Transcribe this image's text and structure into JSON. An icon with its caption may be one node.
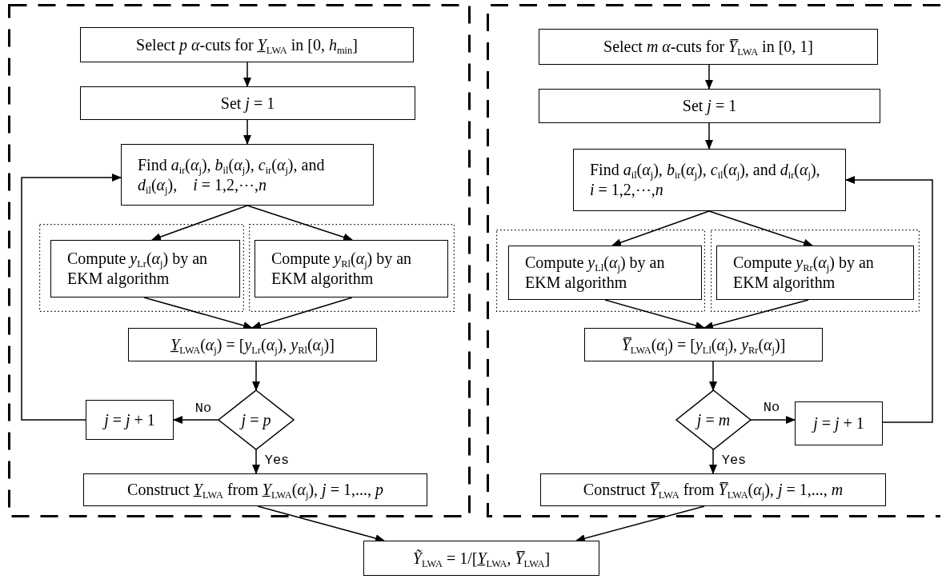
{
  "diagram": {
    "nodes": [
      {
        "text": [],
        "shape": "box"
      },
      {
        "text": [
          "Select *p* *α*-cuts for *Y̲*$_{LWA}$ in [0, *h*$_{min}$]"
        ],
        "in": 0
      },
      {
        "text": [
          "Set *j* = 1"
        ],
        "in": 0
      },
      {
        "text": [
          "Find *a*$_{ir}$(*α*$_{j}$), *b*$_{il}$(*α*$_{j}$), *c*$_{ir}$(*α*$_{j}$), and *d*$_{il}$(*α*$_{j}$),    *i* = 1,2,⋯,*n*"
        ],
        "in": 0
      },
      {
        "text": [],
        "shape": "box",
        "in": 0
      },
      {
        "text": [
          "Compute *y*$_{Lr}$(*α*$_{j}$) by an EKM algorithm"
        ],
        "in": 4
      },
      {
        "text": [],
        "shape": "box",
        "in": 0
      },
      {
        "text": [
          "Compute *y*$_{Rl}$(*α*$_{j}$) by an EKM algorithm"
        ],
        "in": 6
      },
      {
        "text": [
          "*Y̲*$_{LWA}$(*α*$_{j}$) = [*y*$_{Lr}$(*α*$_{j}$), *y*$_{Rl}$(*α*$_{j}$)]"
        ],
        "in": 0
      },
      {
        "text": [
          "*j* = *p*"
        ],
        "in": 0
      },
      {
        "text": [
          "*j* = *j* + 1"
        ],
        "in": 0
      },
      {
        "text": [
          "Construct *Y̲*$_{LWA}$ from *Y̲*$_{LWA}$(*α*$_{j}$), *j* = 1,..., *p*"
        ],
        "in": 0
      },
      {
        "text": [],
        "shape": "box"
      },
      {
        "text": [
          "Select *m* *α*-cuts for *Y̅*$_{LWA}$ in [0, 1]"
        ],
        "in": 12
      },
      {
        "text": [
          "Set *j* = 1"
        ],
        "in": 12
      },
      {
        "text": [
          "Find *a*$_{il}$(*α*$_{j}$), *b*$_{ir}$(*α*$_{j}$), *c*$_{il}$(*α*$_{j}$), and *d*$_{ir}$(*α*$_{j}$),    *i* = 1,2,⋯,*n*"
        ],
        "in": 12
      },
      {
        "text": [],
        "shape": "box",
        "in": 12
      },
      {
        "text": [
          "Compute *y*$_{Ll}$(*α*$_{j}$) by an EKM algorithm"
        ],
        "in": 16
      },
      {
        "text": [],
        "shape": "box",
        "in": 12
      },
      {
        "text": [
          "Compute *y*$_{Rr}$(*α*$_{j}$) by an EKM algorithm"
        ],
        "in": 18
      },
      {
        "text": [
          "*Y̅*$_{LWA}$(*α*$_{j}$) = [*y*$_{Ll}$(*α*$_{j}$), *y*$_{Rr}$(*α*$_{j}$)]"
        ],
        "in": 12
      },
      {
        "text": [
          "*j* = *m*"
        ],
        "in": 12
      },
      {
        "text": [
          "*j* = *j* + 1"
        ],
        "in": 12
      },
      {
        "text": [
          "Construct *Y̅*$_{LWA}$ from *Y̅*$_{LWA}$(*α*$_{j}$), *j* = 1,..., *m*"
        ],
        "in": 12
      },
      {
        "text": [
          "*Ỹ*$_{LWA}$ = 1/[*Y̲*$_{LWA}$, *Y̅*$_{LWA}$]"
        ]
      }
    ],
    "edges": [
      {
        "from": 1,
        "to": 2,
        "arrow": "to"
      },
      {
        "from": 2,
        "to": 3,
        "arrow": "to"
      },
      {
        "from": 3,
        "to": 5,
        "arrow": "to"
      },
      {
        "from": 3,
        "to": 7,
        "arrow": "to"
      },
      {
        "from": 5,
        "to": 8,
        "arrow": "to"
      },
      {
        "from": 7,
        "to": 8,
        "arrow": "to"
      },
      {
        "from": 8,
        "to": 9,
        "arrow": "to"
      },
      {
        "from": 9,
        "to": 10,
        "arrow": "to",
        "label": "No"
      },
      {
        "from": 10,
        "to": 3,
        "arrow": "to"
      },
      {
        "from": 9,
        "to": 11,
        "arrow": "to",
        "label": "Yes"
      },
      {
        "from": 11,
        "to": 24,
        "arrow": "to"
      },
      {
        "from": 13,
        "to": 14,
        "arrow": "to"
      },
      {
        "from": 14,
        "to": 15,
        "arrow": "to"
      },
      {
        "from": 15,
        "to": 17,
        "arrow": "to"
      },
      {
        "from": 15,
        "to": 19,
        "arrow": "to"
      },
      {
        "from": 17,
        "to": 20,
        "arrow": "to"
      },
      {
        "from": 19,
        "to": 20,
        "arrow": "to"
      },
      {
        "from": 20,
        "to": 21,
        "arrow": "to"
      },
      {
        "from": 21,
        "to": 22,
        "arrow": "to",
        "label": "No"
      },
      {
        "from": 22,
        "to": 15,
        "arrow": "to"
      },
      {
        "from": 21,
        "to": 23,
        "arrow": "to",
        "label": "Yes"
      },
      {
        "from": 23,
        "to": 24,
        "arrow": "to"
      }
    ]
  }
}
